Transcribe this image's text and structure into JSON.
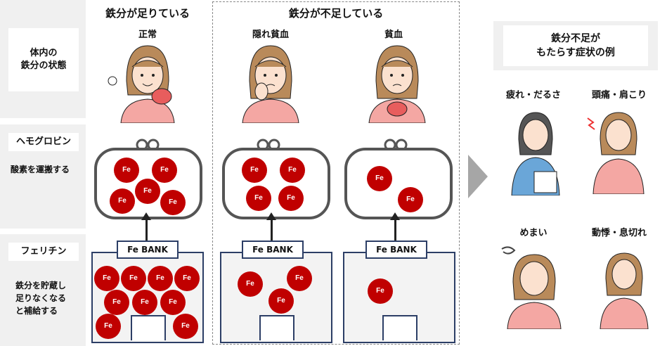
{
  "headers": {
    "sufficient": "鉄分が足りている",
    "insufficient": "鉄分が不足している"
  },
  "columns": {
    "normal": "正常",
    "hidden_anemia": "隠れ貧血",
    "anemia": "貧血"
  },
  "left": {
    "body_iron_state": "体内の\n鉄分の状態",
    "hemoglobin_title": "ヘモグロビン",
    "hemoglobin_desc": "酸素を運搬する",
    "ferritin_title": "フェリチン",
    "ferritin_desc": "鉄分を貯蔵し\n足りなくなる\nと補給する"
  },
  "bank_label": "Fe BANK",
  "coin_label": "Fe",
  "right": {
    "title": "鉄分不足が\nもたらす症状の例",
    "symptoms": [
      "疲れ・だるさ",
      "頭痛・肩こり",
      "めまい",
      "動悸・息切れ"
    ]
  },
  "colors": {
    "coin": "#c00000",
    "bank_border": "#2c3e66",
    "skin": "#fbe1cf",
    "hair": "#b98a5a",
    "shirt": "#f4a7a3"
  }
}
